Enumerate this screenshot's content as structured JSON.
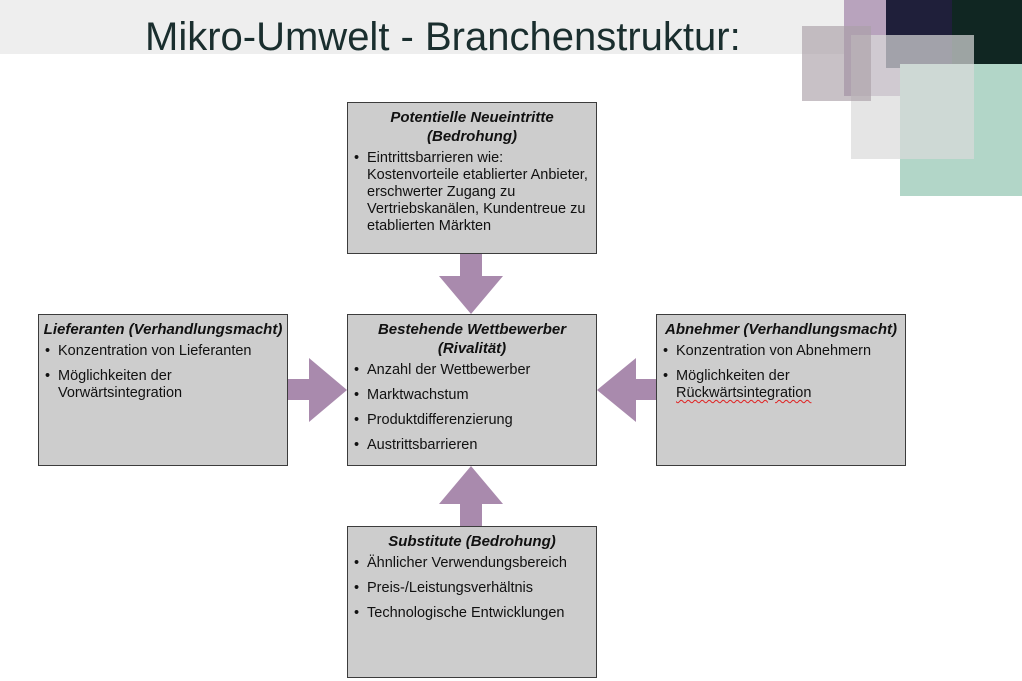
{
  "title": "Mikro-Umwelt - Branchenstruktur:",
  "colors": {
    "box_fill": "#cdcdcd",
    "arrow": "#a98aad",
    "title_text": "#1a2e2e"
  },
  "boxes": {
    "top": {
      "title": "Potentielle Neueintritte (Bedrohung)",
      "items": [
        "Eintrittsbarrieren wie: Kostenvorteile etablierter Anbieter, erschwerter Zugang zu Vertriebskanälen, Kundentreue zu etablierten Märkten"
      ]
    },
    "left": {
      "title": "Lieferanten (Verhandlungsmacht)",
      "items": [
        "Konzentration von Lieferanten",
        "Möglichkeiten der Vorwärtsintegration"
      ]
    },
    "center": {
      "title": "Bestehende Wettbewerber (Rivalität)",
      "items": [
        "Anzahl der Wettbewerber",
        "Marktwachstum",
        "Produktdifferenzierung",
        "Austrittsbarrieren"
      ]
    },
    "right": {
      "title": "Abnehmer (Verhandlungsmacht)",
      "items": [
        "Konzentration von Abnehmern",
        "Möglichkeiten der",
        "Rückwärtsintegration"
      ]
    },
    "bottom": {
      "title": "Substitute (Bedrohung)",
      "items": [
        "Ähnlicher Verwendungsbereich",
        "Preis-/Leistungsverhältnis",
        "Technologische Entwicklungen"
      ]
    }
  }
}
